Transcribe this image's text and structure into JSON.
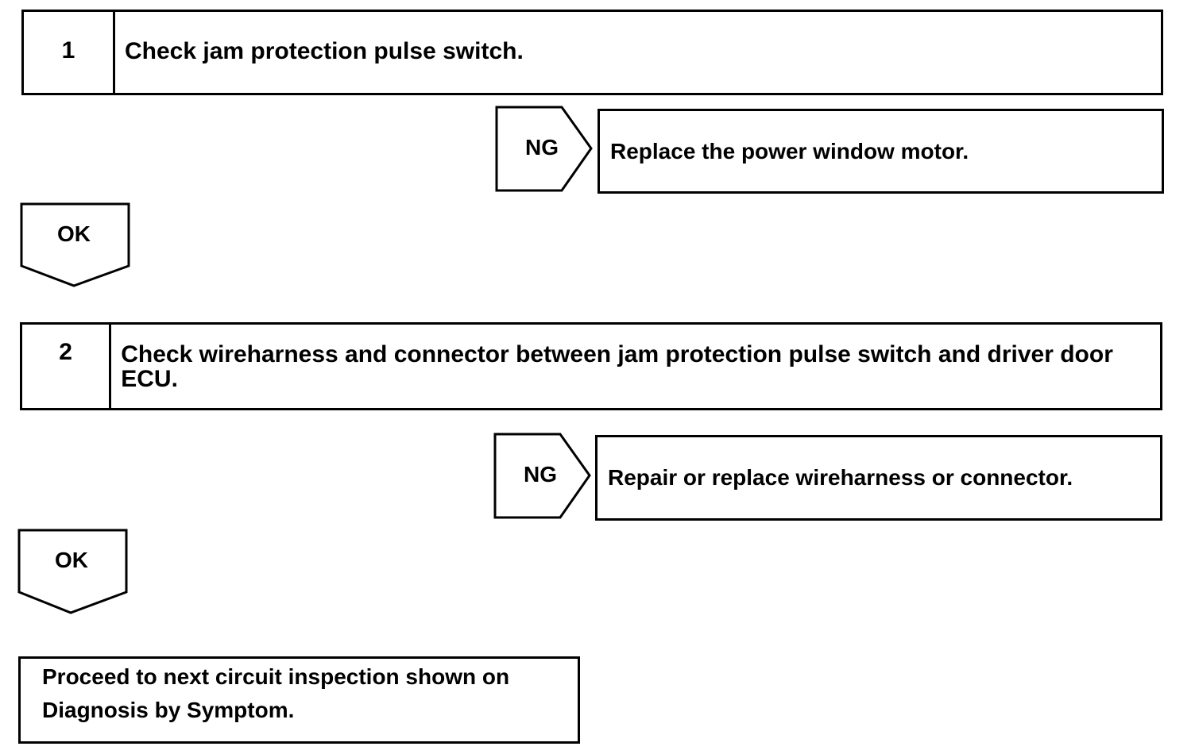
{
  "steps": [
    {
      "number": "1",
      "text": "Check jam protection pulse switch."
    },
    {
      "number": "2",
      "text": "Check wireharness and connector between jam protection pulse switch and driver door ECU."
    }
  ],
  "ng_branches": [
    {
      "label": "NG",
      "action": "Replace the power window motor."
    },
    {
      "label": "NG",
      "action": "Repair or replace wireharness or connector."
    }
  ],
  "ok_labels": [
    "OK",
    "OK"
  ],
  "final": {
    "text": "Proceed to next circuit inspection shown on Diagnosis by Symptom."
  }
}
